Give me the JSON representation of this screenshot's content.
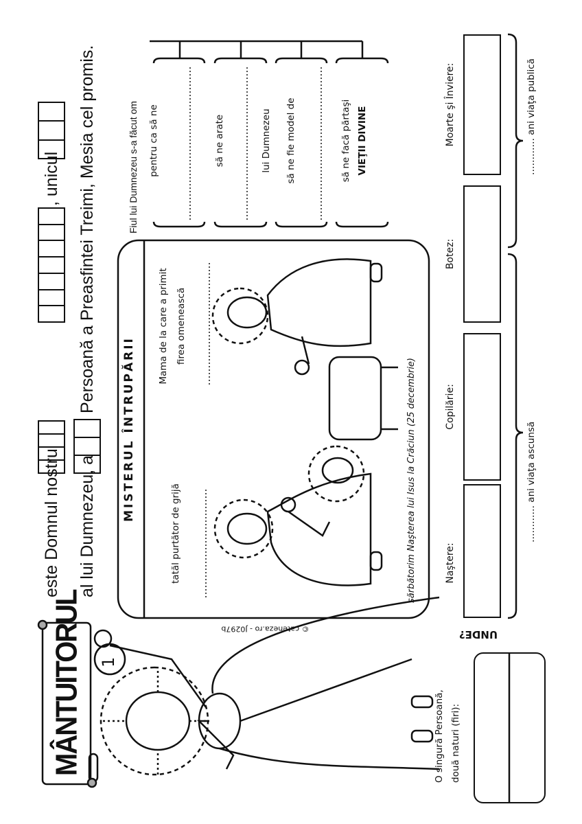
{
  "title": "MÂNTUITORUL",
  "number_badge": "1",
  "intro": {
    "line1_start": "este Domnul nostru",
    "line1_mid": ", unicul",
    "line2_start": "al lui Dumnezeu, a",
    "line2_end": "Persoană a Preasfintei Treimi, Mesia cel promis."
  },
  "mystery": {
    "title": "MISTERUL ÎNTRUPĂRII",
    "joseph_label": "tatăl purtător de grijă",
    "mary_label_1": "Mama de la care a primit",
    "mary_label_2": "firea omenească",
    "caption": "sărbătorim Naşterea lui Isus la Crăciun (25 decembrie)"
  },
  "copyright": "© cateheza.ro - J0297b",
  "purpose": {
    "heading": "Fiul lui Dumnezeu s-a făcut om",
    "items": [
      {
        "before": "pentru ca să ne",
        "after": ""
      },
      {
        "before": "să ne arate",
        "after": "lui Dumnezeu"
      },
      {
        "before": "să ne fie model de",
        "after": ""
      },
      {
        "before": "să ne facă părtaşi",
        "after": "VIEŢII DIVINE"
      }
    ]
  },
  "natures": {
    "label_1": "O singură Persoană,",
    "label_2": "două naturi (firi):"
  },
  "timeline": {
    "where": "UNDE?",
    "stages": [
      "Naştere:",
      "Copilărie:",
      "Botez:",
      "Moarte şi Înviere:"
    ],
    "hidden_life": "………… ani viaţa ascunsă",
    "public_life": "………… ani viaţa publică"
  }
}
